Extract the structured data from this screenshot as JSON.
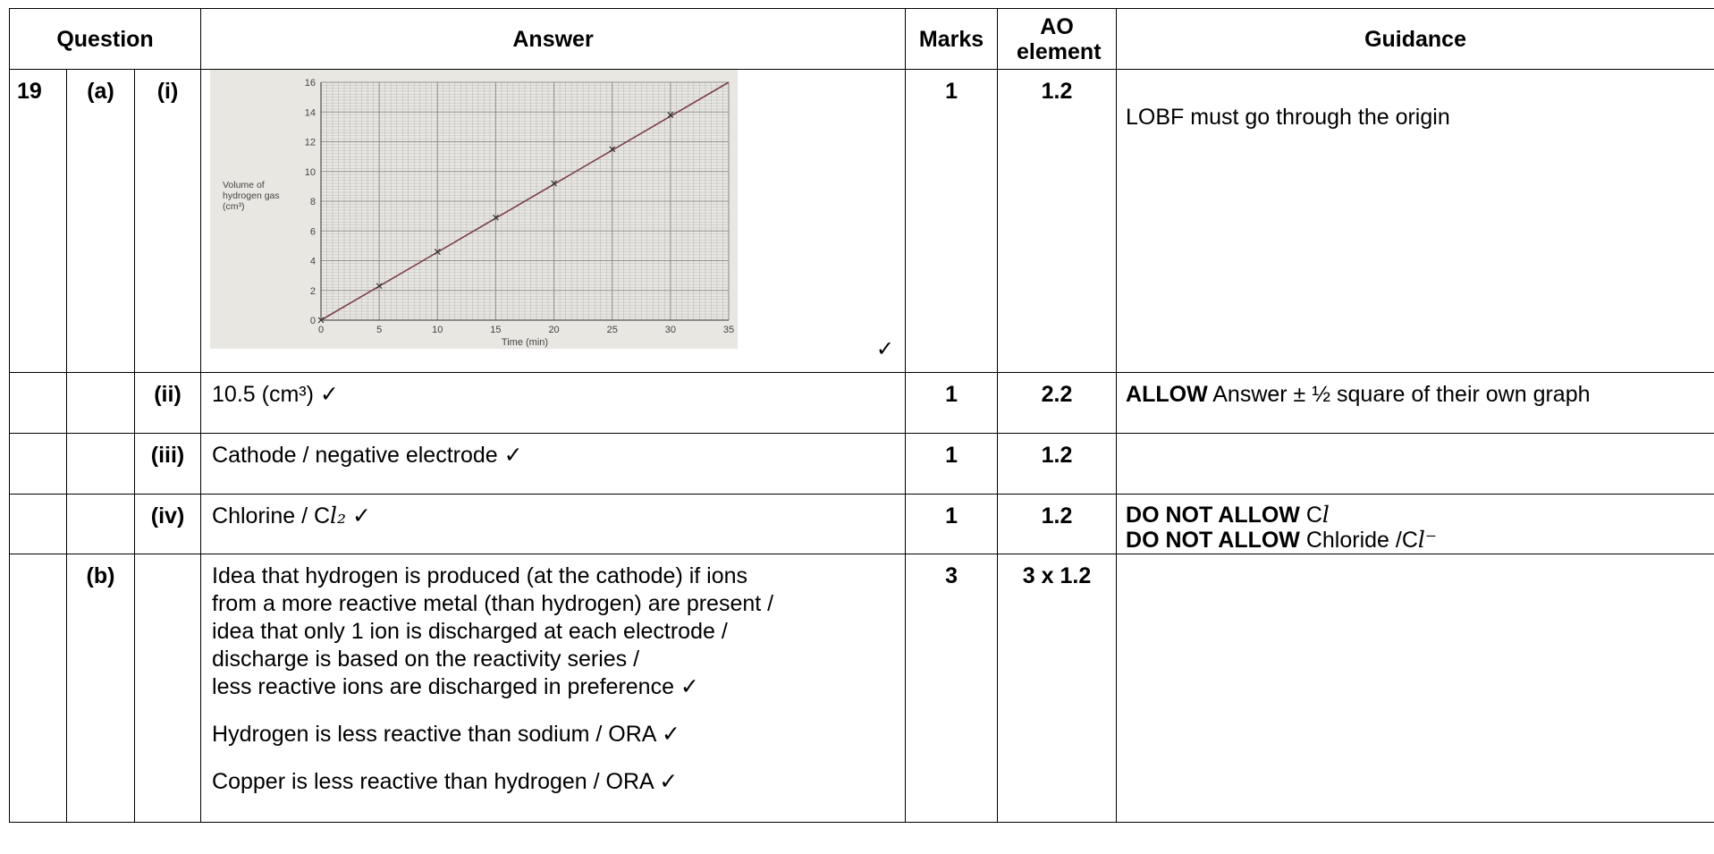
{
  "header": {
    "question": "Question",
    "answer": "Answer",
    "marks": "Marks",
    "ao": "AO element",
    "guidance": "Guidance"
  },
  "rows": [
    {
      "q": "19",
      "part": "(a)",
      "sub": "(i)",
      "answer_tick": "✓",
      "marks": "1",
      "ao": "1.2",
      "guidance": "LOBF must go through the origin"
    },
    {
      "sub": "(ii)",
      "answer": "10.5 (cm³) ✓",
      "marks": "1",
      "ao": "2.2",
      "guidance_bold": "ALLOW",
      "guidance_rest": " Answer ± ½ square of their own graph"
    },
    {
      "sub": "(iii)",
      "answer": "Cathode / negative electrode ✓",
      "marks": "1",
      "ao": "1.2"
    },
    {
      "sub": "(iv)",
      "answer_pre": "Chlorine / C",
      "answer_sym": "l₂",
      "answer_post": " ✓",
      "marks": "1",
      "ao": "1.2",
      "g1_bold": "DO NOT ALLOW",
      "g1_pre": " C",
      "g1_sym": "l",
      "g2_bold": "DO NOT ALLOW",
      "g2_pre": " Chloride /C",
      "g2_sym": "l⁻"
    },
    {
      "part": "(b)",
      "answer_lines": [
        "Idea that hydrogen is produced (at the cathode) if ions",
        "from a more reactive metal (than hydrogen) are present /",
        "idea that only 1 ion is discharged at each electrode /",
        "discharge is based on the reactivity series /",
        "less reactive ions are discharged in preference  ✓"
      ],
      "answer_2": "Hydrogen is less reactive than sodium / ORA ✓",
      "answer_3": "Copper is less reactive than hydrogen / ORA ✓",
      "marks": "3",
      "ao": "3 x 1.2"
    }
  ],
  "chart_data": {
    "type": "line",
    "title": "",
    "xlabel": "Time (min)",
    "ylabel": "Volume of hydrogen gas (cm³)",
    "ylabel_lines": [
      "Volume of",
      "hydrogen gas",
      "(cm³)"
    ],
    "xlim": [
      0,
      35
    ],
    "ylim": [
      0,
      16
    ],
    "xticks": [
      0,
      5,
      10,
      15,
      20,
      25,
      30,
      35
    ],
    "yticks": [
      0,
      2,
      4,
      6,
      8,
      10,
      12,
      14,
      16
    ],
    "grid": true,
    "points": {
      "x": [
        0,
        5,
        10,
        15,
        20,
        25,
        30
      ],
      "y": [
        0,
        2.3,
        4.6,
        6.9,
        9.2,
        11.5,
        13.8
      ]
    },
    "line_of_best_fit": {
      "x": [
        0,
        35
      ],
      "y": [
        0,
        16.1
      ]
    },
    "colors": {
      "line": "#7a3f4a",
      "grid": "#8a8a8a",
      "paper": "#e9e7e2"
    }
  }
}
